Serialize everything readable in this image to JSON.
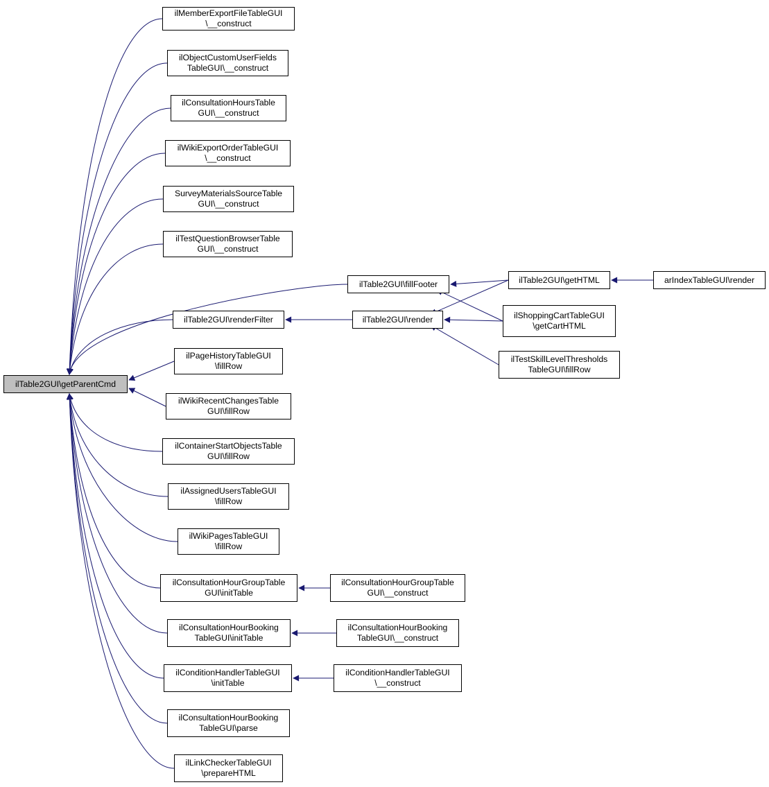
{
  "colors": {
    "edge": "#191970",
    "root_fill": "#bfbfbf",
    "node_fill": "#ffffff",
    "border": "#000000"
  },
  "nodes": [
    {
      "id": "root",
      "lines": [
        "ilTable2GUI\\getParentCmd"
      ],
      "root": true
    },
    {
      "id": "n1",
      "lines": [
        "ilMemberExportFileTableGUI",
        "\\__construct"
      ]
    },
    {
      "id": "n2",
      "lines": [
        "ilObjectCustomUserFields",
        "TableGUI\\__construct"
      ]
    },
    {
      "id": "n3",
      "lines": [
        "ilConsultationHoursTable",
        "GUI\\__construct"
      ]
    },
    {
      "id": "n4",
      "lines": [
        "ilWikiExportOrderTableGUI",
        "\\__construct"
      ]
    },
    {
      "id": "n5",
      "lines": [
        "SurveyMaterialsSourceTable",
        "GUI\\__construct"
      ]
    },
    {
      "id": "n6",
      "lines": [
        "ilTestQuestionBrowserTable",
        "GUI\\__construct"
      ]
    },
    {
      "id": "n7",
      "lines": [
        "ilTable2GUI\\fillFooter"
      ]
    },
    {
      "id": "n8",
      "lines": [
        "ilTable2GUI\\renderFilter"
      ]
    },
    {
      "id": "n9",
      "lines": [
        "ilTable2GUI\\render"
      ]
    },
    {
      "id": "n10",
      "lines": [
        "ilTable2GUI\\getHTML"
      ]
    },
    {
      "id": "n11",
      "lines": [
        "arIndexTableGUI\\render"
      ]
    },
    {
      "id": "n12",
      "lines": [
        "ilShoppingCartTableGUI",
        "\\getCartHTML"
      ]
    },
    {
      "id": "n13",
      "lines": [
        "ilTestSkillLevelThresholds",
        "TableGUI\\fillRow"
      ]
    },
    {
      "id": "n14",
      "lines": [
        "ilPageHistoryTableGUI",
        "\\fillRow"
      ]
    },
    {
      "id": "n15",
      "lines": [
        "ilWikiRecentChangesTable",
        "GUI\\fillRow"
      ]
    },
    {
      "id": "n16",
      "lines": [
        "ilContainerStartObjectsTable",
        "GUI\\fillRow"
      ]
    },
    {
      "id": "n17",
      "lines": [
        "ilAssignedUsersTableGUI",
        "\\fillRow"
      ]
    },
    {
      "id": "n18",
      "lines": [
        "ilWikiPagesTableGUI",
        "\\fillRow"
      ]
    },
    {
      "id": "n19",
      "lines": [
        "ilConsultationHourGroupTable",
        "GUI\\initTable"
      ]
    },
    {
      "id": "n20",
      "lines": [
        "ilConsultationHourGroupTable",
        "GUI\\__construct"
      ]
    },
    {
      "id": "n21",
      "lines": [
        "ilConsultationHourBooking",
        "TableGUI\\initTable"
      ]
    },
    {
      "id": "n22",
      "lines": [
        "ilConsultationHourBooking",
        "TableGUI\\__construct"
      ]
    },
    {
      "id": "n23",
      "lines": [
        "ilConditionHandlerTableGUI",
        "\\initTable"
      ]
    },
    {
      "id": "n24",
      "lines": [
        "ilConditionHandlerTableGUI",
        "\\__construct"
      ]
    },
    {
      "id": "n25",
      "lines": [
        "ilConsultationHourBooking",
        "TableGUI\\parse"
      ]
    },
    {
      "id": "n26",
      "lines": [
        "ilLinkCheckerTableGUI",
        "\\prepareHTML"
      ]
    }
  ],
  "edges": [
    [
      "root",
      "n1"
    ],
    [
      "root",
      "n2"
    ],
    [
      "root",
      "n3"
    ],
    [
      "root",
      "n4"
    ],
    [
      "root",
      "n5"
    ],
    [
      "root",
      "n6"
    ],
    [
      "root",
      "n7"
    ],
    [
      "root",
      "n8"
    ],
    [
      "root",
      "n14"
    ],
    [
      "root",
      "n15"
    ],
    [
      "root",
      "n16"
    ],
    [
      "root",
      "n17"
    ],
    [
      "root",
      "n18"
    ],
    [
      "root",
      "n19"
    ],
    [
      "root",
      "n21"
    ],
    [
      "root",
      "n23"
    ],
    [
      "root",
      "n25"
    ],
    [
      "root",
      "n26"
    ],
    [
      "n7",
      "n10"
    ],
    [
      "n7",
      "n12"
    ],
    [
      "n8",
      "n9"
    ],
    [
      "n9",
      "n10"
    ],
    [
      "n9",
      "n12"
    ],
    [
      "n9",
      "n13"
    ],
    [
      "n10",
      "n11"
    ],
    [
      "n19",
      "n20"
    ],
    [
      "n21",
      "n22"
    ],
    [
      "n23",
      "n24"
    ]
  ]
}
